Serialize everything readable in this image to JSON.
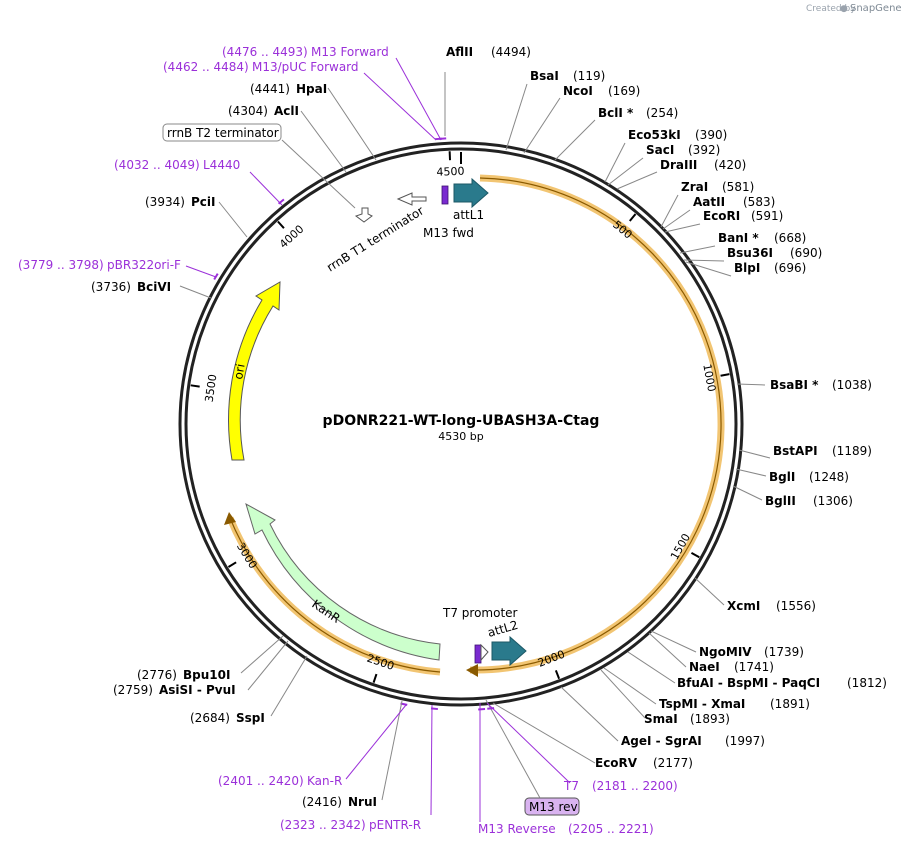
{
  "credit": {
    "prefix": "Created by",
    "brand": "SnapGene"
  },
  "plasmid": {
    "name": "pDONR221-WT-long-UBASH3A-Ctag",
    "length_label": "4530 bp",
    "length": 4530
  },
  "ticks": [
    {
      "label": "500",
      "pos": 500
    },
    {
      "label": "1000",
      "pos": 1000
    },
    {
      "label": "1500",
      "pos": 1500
    },
    {
      "label": "2000",
      "pos": 2000
    },
    {
      "label": "2500",
      "pos": 2500
    },
    {
      "label": "3000",
      "pos": 3000
    },
    {
      "label": "3500",
      "pos": 3500
    },
    {
      "label": "4000",
      "pos": 4000
    },
    {
      "label": "4500",
      "pos": 4500
    }
  ],
  "enzymes_right": [
    {
      "name": "AflII",
      "pos_label": "(4494)"
    },
    {
      "name": "BsaI",
      "pos_label": "(119)"
    },
    {
      "name": "NcoI",
      "pos_label": "(169)"
    },
    {
      "name": "BclI *",
      "pos_label": "(254)"
    },
    {
      "name": "Eco53kI",
      "pos_label": "(390)"
    },
    {
      "name": "SacI",
      "pos_label": "(392)"
    },
    {
      "name": "DraIII",
      "pos_label": "(420)"
    },
    {
      "name": "ZraI",
      "pos_label": "(581)"
    },
    {
      "name": "AatII",
      "pos_label": "(583)"
    },
    {
      "name": "EcoRI",
      "pos_label": "(591)"
    },
    {
      "name": "BanI *",
      "pos_label": "(668)"
    },
    {
      "name": "Bsu36I",
      "pos_label": "(690)"
    },
    {
      "name": "BlpI",
      "pos_label": "(696)"
    },
    {
      "name": "BsaBI *",
      "pos_label": "(1038)"
    },
    {
      "name": "BstAPI",
      "pos_label": "(1189)"
    },
    {
      "name": "BglI",
      "pos_label": "(1248)"
    },
    {
      "name": "BglII",
      "pos_label": "(1306)"
    },
    {
      "name": "XcmI",
      "pos_label": "(1556)"
    },
    {
      "name": "NgoMIV",
      "pos_label": "(1739)"
    },
    {
      "name": "NaeI",
      "pos_label": "(1741)"
    },
    {
      "name": "BfuAI - BspMI - PaqCI",
      "pos_label": "(1812)"
    },
    {
      "name": "TspMI - XmaI",
      "pos_label": "(1891)"
    },
    {
      "name": "SmaI",
      "pos_label": "(1893)"
    },
    {
      "name": "AgeI - SgrAI",
      "pos_label": "(1997)"
    },
    {
      "name": "EcoRV",
      "pos_label": "(2177)"
    }
  ],
  "enzymes_left": [
    {
      "name": "HpaI",
      "pos_label": "(4441)"
    },
    {
      "name": "AclI",
      "pos_label": "(4304)"
    },
    {
      "name": "PciI",
      "pos_label": "(3934)"
    },
    {
      "name": "BciVI",
      "pos_label": "(3736)"
    },
    {
      "name": "Bpu10I",
      "pos_label": "(2776)"
    },
    {
      "name": "AsiSI - PvuI",
      "pos_label": "(2759)"
    },
    {
      "name": "SspI",
      "pos_label": "(2684)"
    },
    {
      "name": "NruI",
      "pos_label": "(2416)"
    }
  ],
  "primers": [
    {
      "name": "M13 Forward",
      "range": "(4476 .. 4493)"
    },
    {
      "name": "M13/pUC Forward",
      "range": "(4462 .. 4484)"
    },
    {
      "name": "L4440",
      "range": "(4032 .. 4049)"
    },
    {
      "name": "pBR322ori-F",
      "range": "(3779 .. 3798)"
    },
    {
      "name": "Kan-R",
      "range": "(2401 .. 2420)"
    },
    {
      "name": "pENTR-R",
      "range": "(2323 .. 2342)"
    },
    {
      "name": "M13 Reverse",
      "range": "(2205 .. 2221)"
    },
    {
      "name": "T7",
      "range": "(2181 .. 2200)"
    }
  ],
  "features": {
    "rrnb_t2": "rrnB T2 terminator",
    "rrnb_t1": "rrnB T1 terminator",
    "attl1": "attL1",
    "m13fwd": "M13 fwd",
    "t7promoter": "T7 promoter",
    "attl2": "attL2",
    "m13rev": "M13 rev",
    "ori": "ori",
    "kanr": "KanR"
  },
  "colors": {
    "primer": "#9b30d9",
    "insert_arc": "#f2c572",
    "insert_line": "#b77a10",
    "ori": "#ffff00",
    "kanr": "#ccffcc",
    "attl": "#2a7a8c",
    "m13_box": "#d9b3f0"
  }
}
